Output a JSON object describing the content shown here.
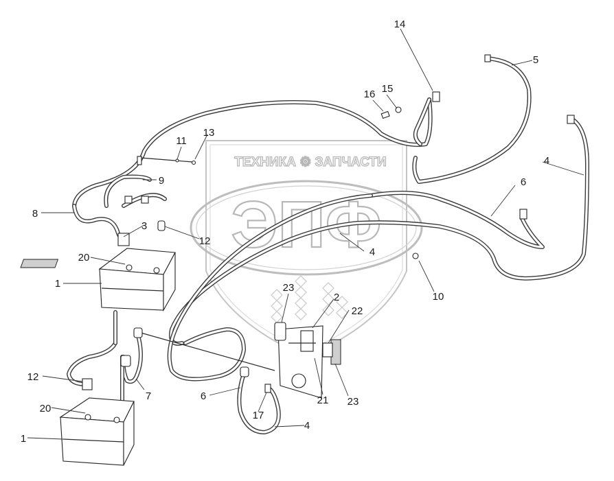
{
  "watermark": {
    "brand_text": "ТЕХНИКА ⚙ ЗАПЧАСТИ",
    "logo_text": "ЭПФ",
    "logo_icon": "gear-icon"
  },
  "callouts": [
    {
      "id": "c1a",
      "text": "1"
    },
    {
      "id": "c1b",
      "text": "1"
    },
    {
      "id": "c2",
      "text": "2"
    },
    {
      "id": "c3",
      "text": "3"
    },
    {
      "id": "c4a",
      "text": "4"
    },
    {
      "id": "c4b",
      "text": "4"
    },
    {
      "id": "c4c",
      "text": "4"
    },
    {
      "id": "c5",
      "text": "5"
    },
    {
      "id": "c6a",
      "text": "6"
    },
    {
      "id": "c6b",
      "text": "6"
    },
    {
      "id": "c7",
      "text": "7"
    },
    {
      "id": "c8",
      "text": "8"
    },
    {
      "id": "c9",
      "text": "9"
    },
    {
      "id": "c10",
      "text": "10"
    },
    {
      "id": "c11",
      "text": "11"
    },
    {
      "id": "c12a",
      "text": "12"
    },
    {
      "id": "c12b",
      "text": "12"
    },
    {
      "id": "c13",
      "text": "13"
    },
    {
      "id": "c14",
      "text": "14"
    },
    {
      "id": "c15",
      "text": "15"
    },
    {
      "id": "c16",
      "text": "16"
    },
    {
      "id": "c17",
      "text": "17"
    },
    {
      "id": "c20a",
      "text": "20"
    },
    {
      "id": "c20b",
      "text": "20"
    },
    {
      "id": "c21",
      "text": "21"
    },
    {
      "id": "c22",
      "text": "22"
    },
    {
      "id": "c23a",
      "text": "23"
    },
    {
      "id": "c23b",
      "text": "23"
    }
  ]
}
